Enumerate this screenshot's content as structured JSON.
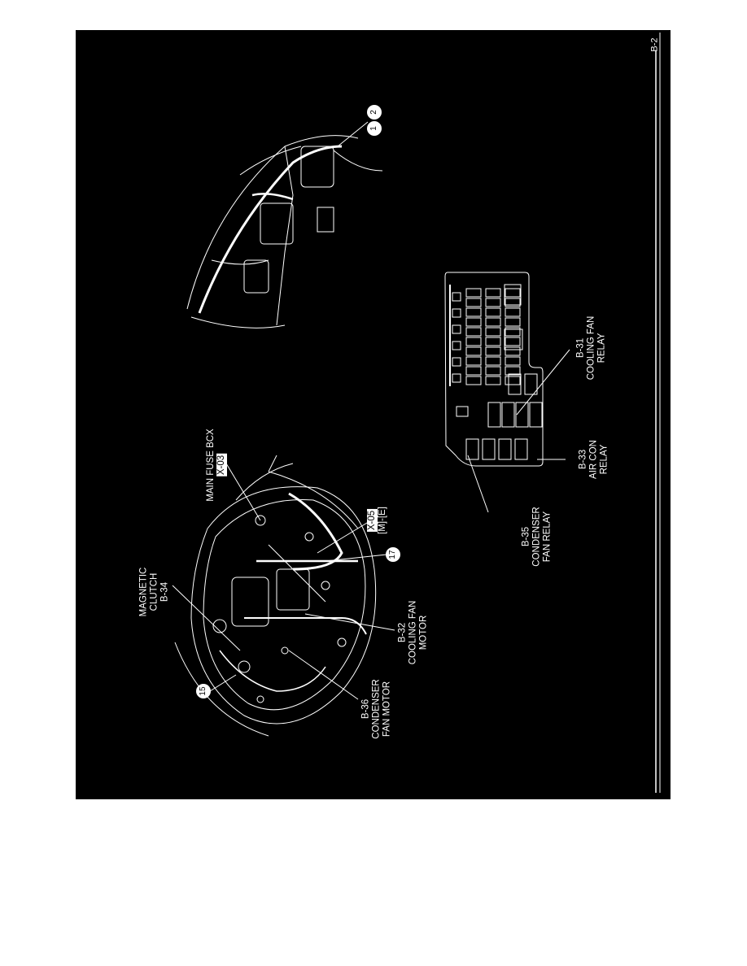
{
  "page": {
    "id": "B-2"
  },
  "colors": {
    "background": "#000000",
    "lines": "#ffffff"
  },
  "engine_bay": {
    "magnetic_clutch": {
      "lines": [
        "MAGNETIC",
        "CLUTCH",
        "B-34"
      ]
    },
    "condenser_fan_motor": {
      "lines": [
        "B-36",
        "CONDENSER",
        "FAN MOTOR"
      ]
    },
    "cooling_fan_motor": {
      "lines": [
        "B-32",
        "COOLING FAN",
        "MOTOR"
      ]
    },
    "main_fuse_box": {
      "label": "MAIN FUSE BCX",
      "connector": "X-03"
    },
    "connector_x05": {
      "code": "X-05",
      "sub": "[M]-[E]"
    },
    "circle_15": "15",
    "circle_17": "17"
  },
  "fuse_box": {
    "condenser_fan_relay": {
      "lines": [
        "B-35",
        "CONDENSER",
        "FAN RELAY"
      ]
    },
    "air_con_relay": {
      "lines": [
        "B-33",
        "AIR CON",
        "RELAY"
      ]
    },
    "cooling_fan_relay": {
      "lines": [
        "B-31",
        "COOLING FAN",
        "RELAY"
      ]
    }
  },
  "dashboard": {
    "circle_1": "1",
    "circle_2": "2"
  }
}
